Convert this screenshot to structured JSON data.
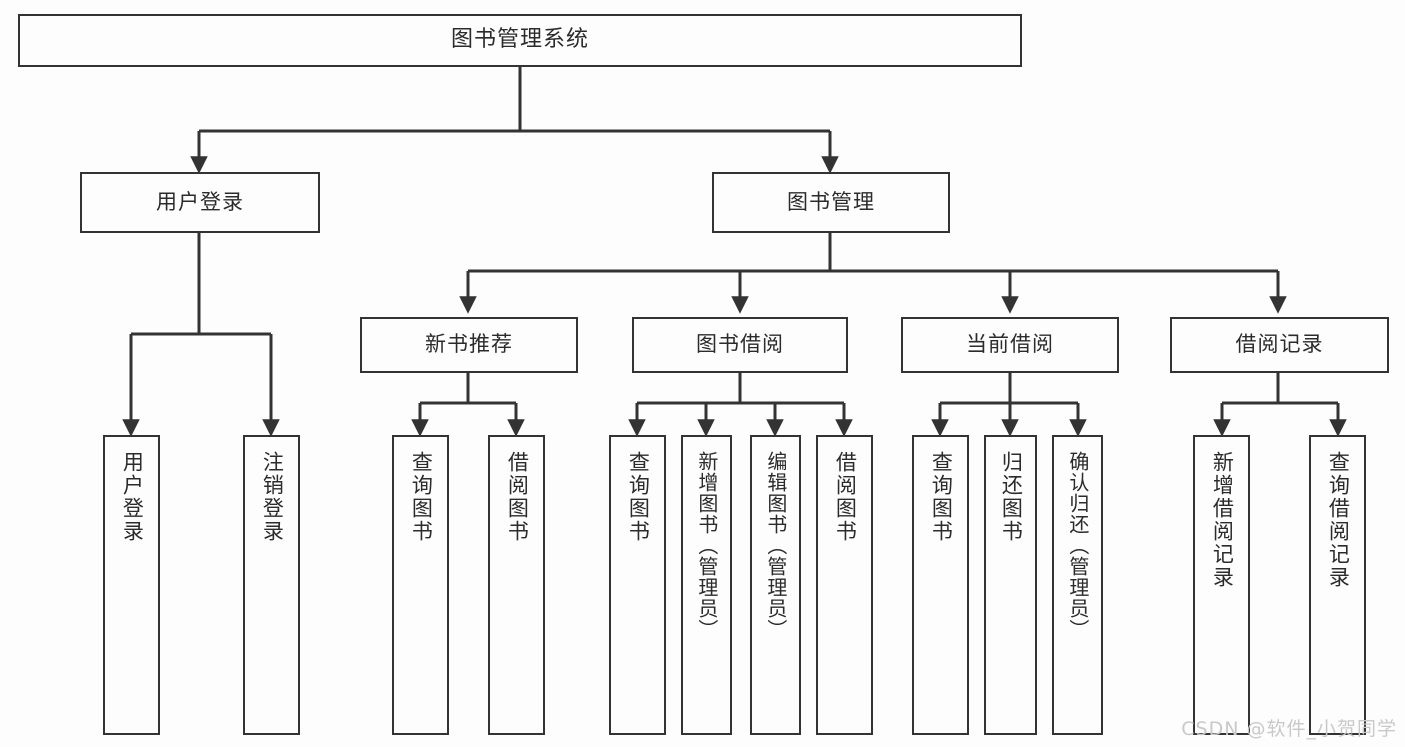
{
  "diagram": {
    "title": "图书管理系统",
    "type": "tree",
    "colors": {
      "background": "#fdfdfd",
      "node_border": "#333333",
      "node_fill": "#fdfdfd",
      "connector": "#333333",
      "text": "#2b2b2b",
      "watermark": "#c9c9c9"
    },
    "root": {
      "label": "图书管理系统"
    },
    "level2": [
      {
        "label": "用户登录"
      },
      {
        "label": "图书管理"
      }
    ],
    "level3": [
      {
        "label": "新书推荐"
      },
      {
        "label": "图书借阅"
      },
      {
        "label": "当前借阅"
      },
      {
        "label": "借阅记录"
      }
    ],
    "leaves": {
      "user_login": [
        {
          "label": "用户登录"
        },
        {
          "label": "注销登录"
        }
      ],
      "new_book_recommend": [
        {
          "label": "查询图书"
        },
        {
          "label": "借阅图书"
        }
      ],
      "book_borrow": [
        {
          "label": "查询图书"
        },
        {
          "label": "新增图书（管理员）"
        },
        {
          "label": "编辑图书（管理员）"
        },
        {
          "label": "借阅图书"
        }
      ],
      "current_borrow": [
        {
          "label": "查询图书"
        },
        {
          "label": "归还图书"
        },
        {
          "label": "确认归还（管理员）"
        }
      ],
      "borrow_records": [
        {
          "label": "新增借阅记录"
        },
        {
          "label": "查询借阅记录"
        }
      ]
    }
  },
  "watermark": {
    "text": "CSDN @软件_小贺同学"
  }
}
